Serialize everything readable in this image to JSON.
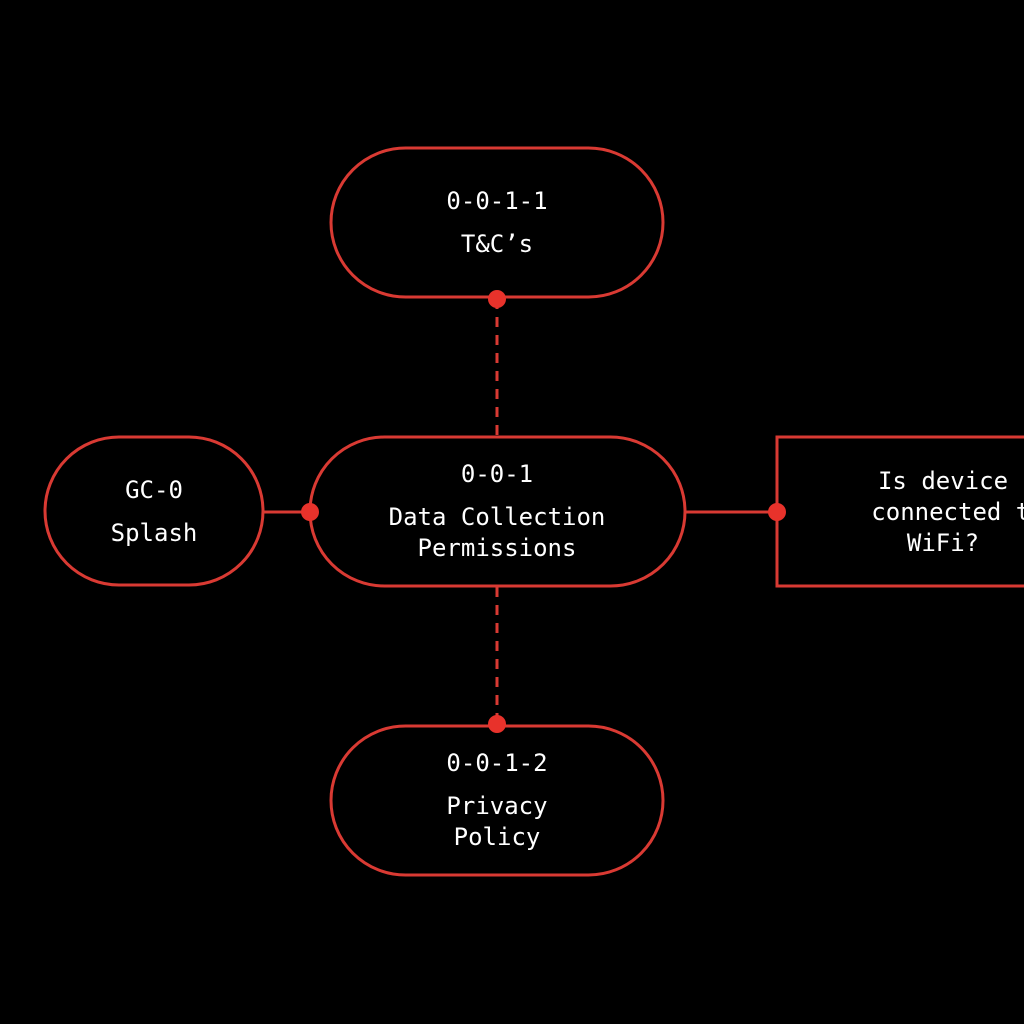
{
  "colors": {
    "background": "#000000",
    "stroke": "#d93a33",
    "dot": "#e8322b",
    "text": "#ffffff"
  },
  "nodes": {
    "terms": {
      "id": "0-0-1-1",
      "label": "T&C’s"
    },
    "splash": {
      "id": "GC-0",
      "label": "Splash"
    },
    "permissions": {
      "id": "0-0-1",
      "label_line1": "Data Collection",
      "label_line2": "Permissions"
    },
    "wifi_check": {
      "line1": "Is device",
      "line2": "connected to",
      "line3": "WiFi?"
    },
    "privacy": {
      "id": "0-0-1-2",
      "label_line1": "Privacy",
      "label_line2": "Policy"
    }
  }
}
